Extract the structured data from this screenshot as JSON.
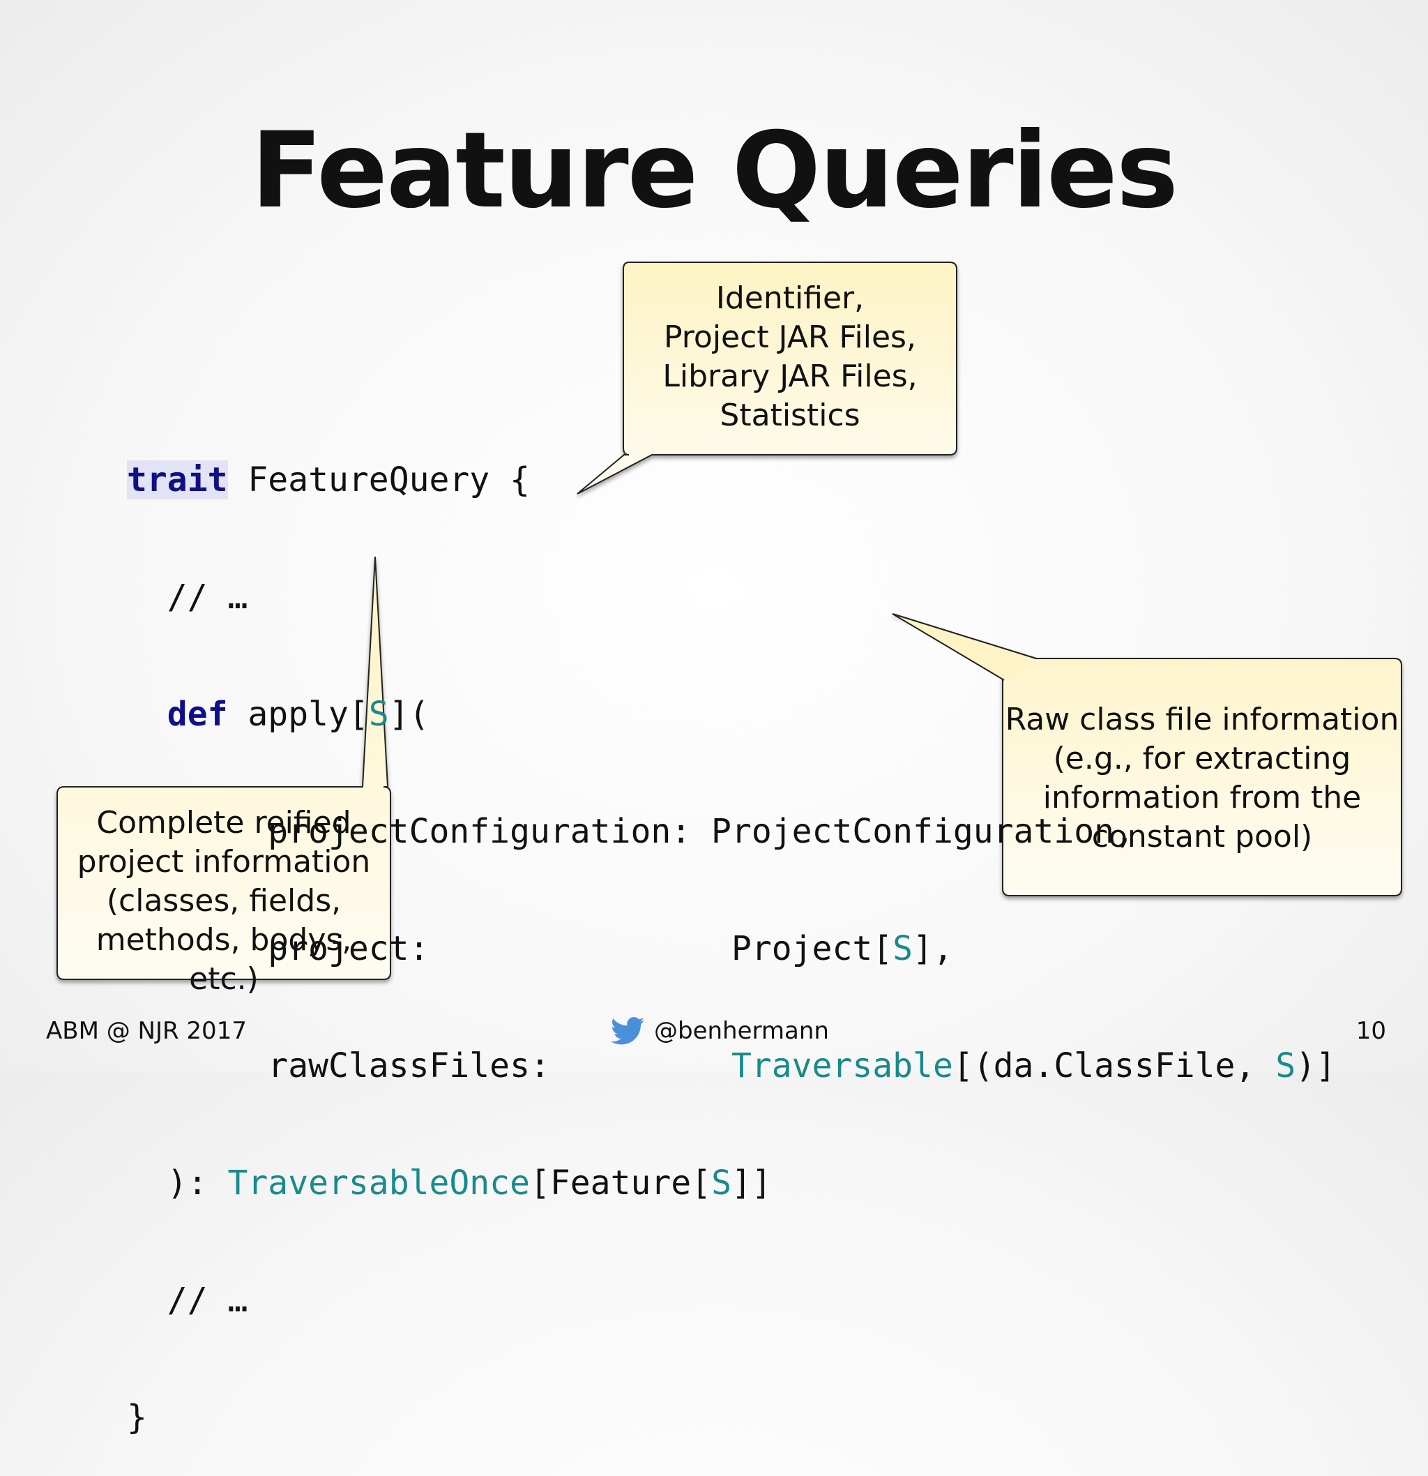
{
  "slide": {
    "title": "Feature Queries"
  },
  "code": {
    "line1": {
      "kw": "trait",
      "rest": " FeatureQuery {"
    },
    "line2": "  // …",
    "line3": {
      "indent": "  ",
      "kw": "def",
      "a": " apply[",
      "t": "S",
      "b": "]("
    },
    "line4": "       projectConfiguration: ProjectConfiguration,",
    "line5": {
      "a": "       project:               Project[",
      "t": "S",
      "b": "],"
    },
    "line6": {
      "a": "       rawClassFiles:         ",
      "t1": "Traversable",
      "b": "[(da.ClassFile, ",
      "t2": "S",
      "c": ")]"
    },
    "line7": {
      "a": "  ): ",
      "t1": "TraversableOnce",
      "b": "[Feature[",
      "t2": "S",
      "c": "]]"
    },
    "line8": "  // …",
    "line9": "}"
  },
  "callouts": {
    "top": [
      "Identifier,",
      "Project JAR Files,",
      "Library JAR Files,",
      "Statistics"
    ],
    "left": [
      "Complete reified",
      "project information",
      "(classes, fields,",
      "methods, bodys, etc.)"
    ],
    "right": [
      "Raw class file information",
      "(e.g., for extracting",
      "information from the",
      "constant pool)"
    ]
  },
  "colors": {
    "callout_fill_top": "#fdf3c4",
    "callout_fill_bottom": "#fefcf2",
    "keyword": "#101086",
    "type": "#1a8a8a"
  },
  "footer": {
    "left": "ABM @ NJR 2017",
    "center_icon": "twitter-bird-icon",
    "center": "@benhermann",
    "page_number": "10"
  }
}
